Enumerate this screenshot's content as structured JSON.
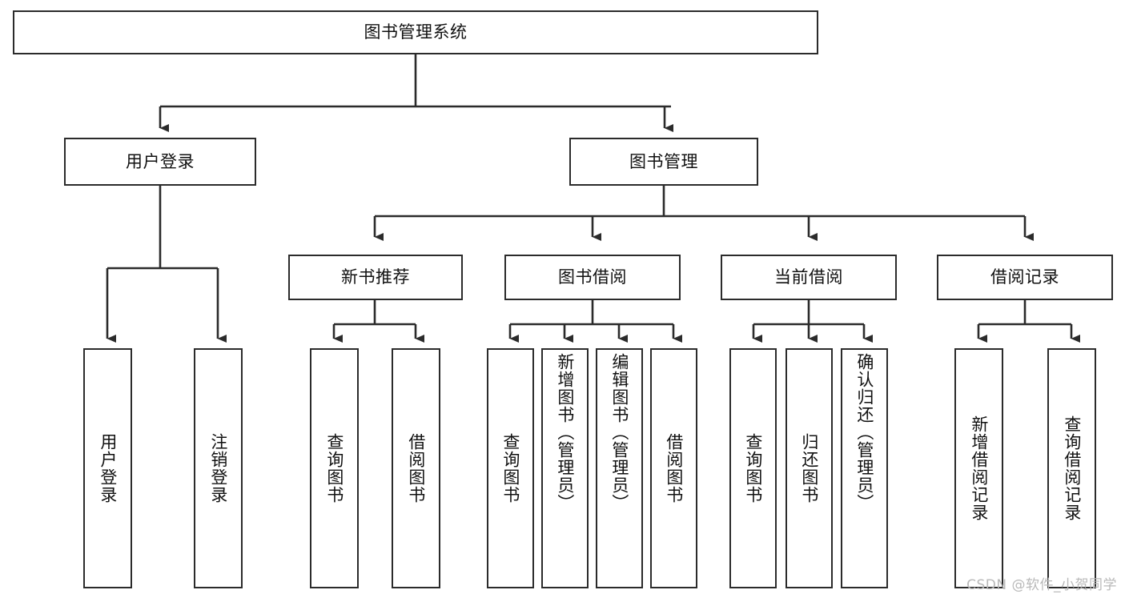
{
  "diagram": {
    "title": "图书管理系统",
    "root": {
      "label": "图书管理系统"
    },
    "level2": [
      {
        "label": "用户登录"
      },
      {
        "label": "图书管理"
      }
    ],
    "level3": [
      {
        "label": "新书推荐"
      },
      {
        "label": "图书借阅"
      },
      {
        "label": "当前借阅"
      },
      {
        "label": "借阅记录"
      }
    ],
    "leaves": {
      "user_login": [
        {
          "label": "用户登录"
        },
        {
          "label": "注销登录"
        }
      ],
      "new_book_recommend": [
        {
          "label": "查询图书"
        },
        {
          "label": "借阅图书"
        }
      ],
      "book_borrow": [
        {
          "label": "查询图书"
        },
        {
          "label": "新增图书（管理员）"
        },
        {
          "label": "编辑图书（管理员）"
        },
        {
          "label": "借阅图书"
        }
      ],
      "current_borrow": [
        {
          "label": "查询图书"
        },
        {
          "label": "归还图书"
        },
        {
          "label": "确认归还（管理员）"
        }
      ],
      "borrow_records": [
        {
          "label": "新增借阅记录"
        },
        {
          "label": "查询借阅记录"
        }
      ]
    }
  },
  "watermark": {
    "text": "CSDN @软件_小贺同学"
  },
  "colors": {
    "stroke": "#2b2b2b",
    "fill": "#ffffff",
    "text": "#111111",
    "watermark": "#b9b9b9"
  }
}
